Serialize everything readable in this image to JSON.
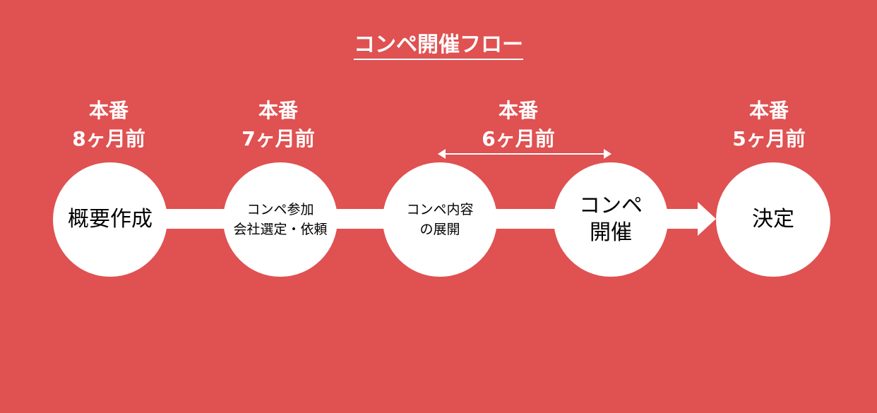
{
  "title": "コンペ開催フロー",
  "timings": [
    {
      "line1": "本番",
      "line2": "8ヶ月前"
    },
    {
      "line1": "本番",
      "line2": "7ヶ月前"
    },
    {
      "line1": "本番",
      "line2": "6ヶ月前"
    },
    {
      "line1": "本番",
      "line2": "5ヶ月前"
    }
  ],
  "steps": [
    {
      "line1": "概要作成"
    },
    {
      "line1": "コンペ参加",
      "line2": "会社選定・依頼"
    },
    {
      "line1": "コンペ内容",
      "line2": "の展開"
    },
    {
      "line1": "コンペ",
      "line2": "開催"
    },
    {
      "line1": "決定"
    }
  ]
}
